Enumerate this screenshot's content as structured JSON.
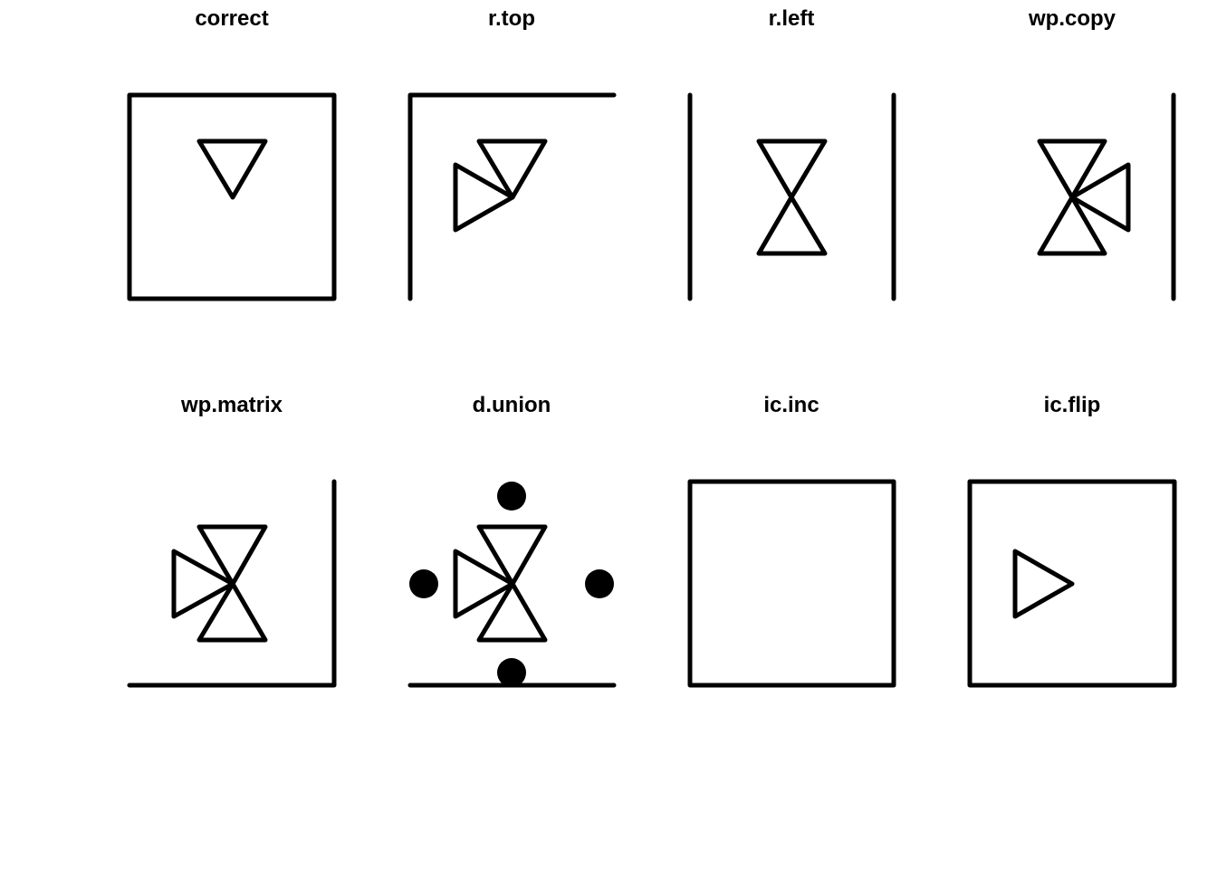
{
  "panels": [
    {
      "title": "correct"
    },
    {
      "title": "r.top"
    },
    {
      "title": "r.left"
    },
    {
      "title": "wp.copy"
    },
    {
      "title": "wp.matrix"
    },
    {
      "title": "d.union"
    },
    {
      "title": "ic.inc"
    },
    {
      "title": "ic.flip"
    }
  ],
  "colors": {
    "background": "#ffffff",
    "ink": "#000000"
  }
}
